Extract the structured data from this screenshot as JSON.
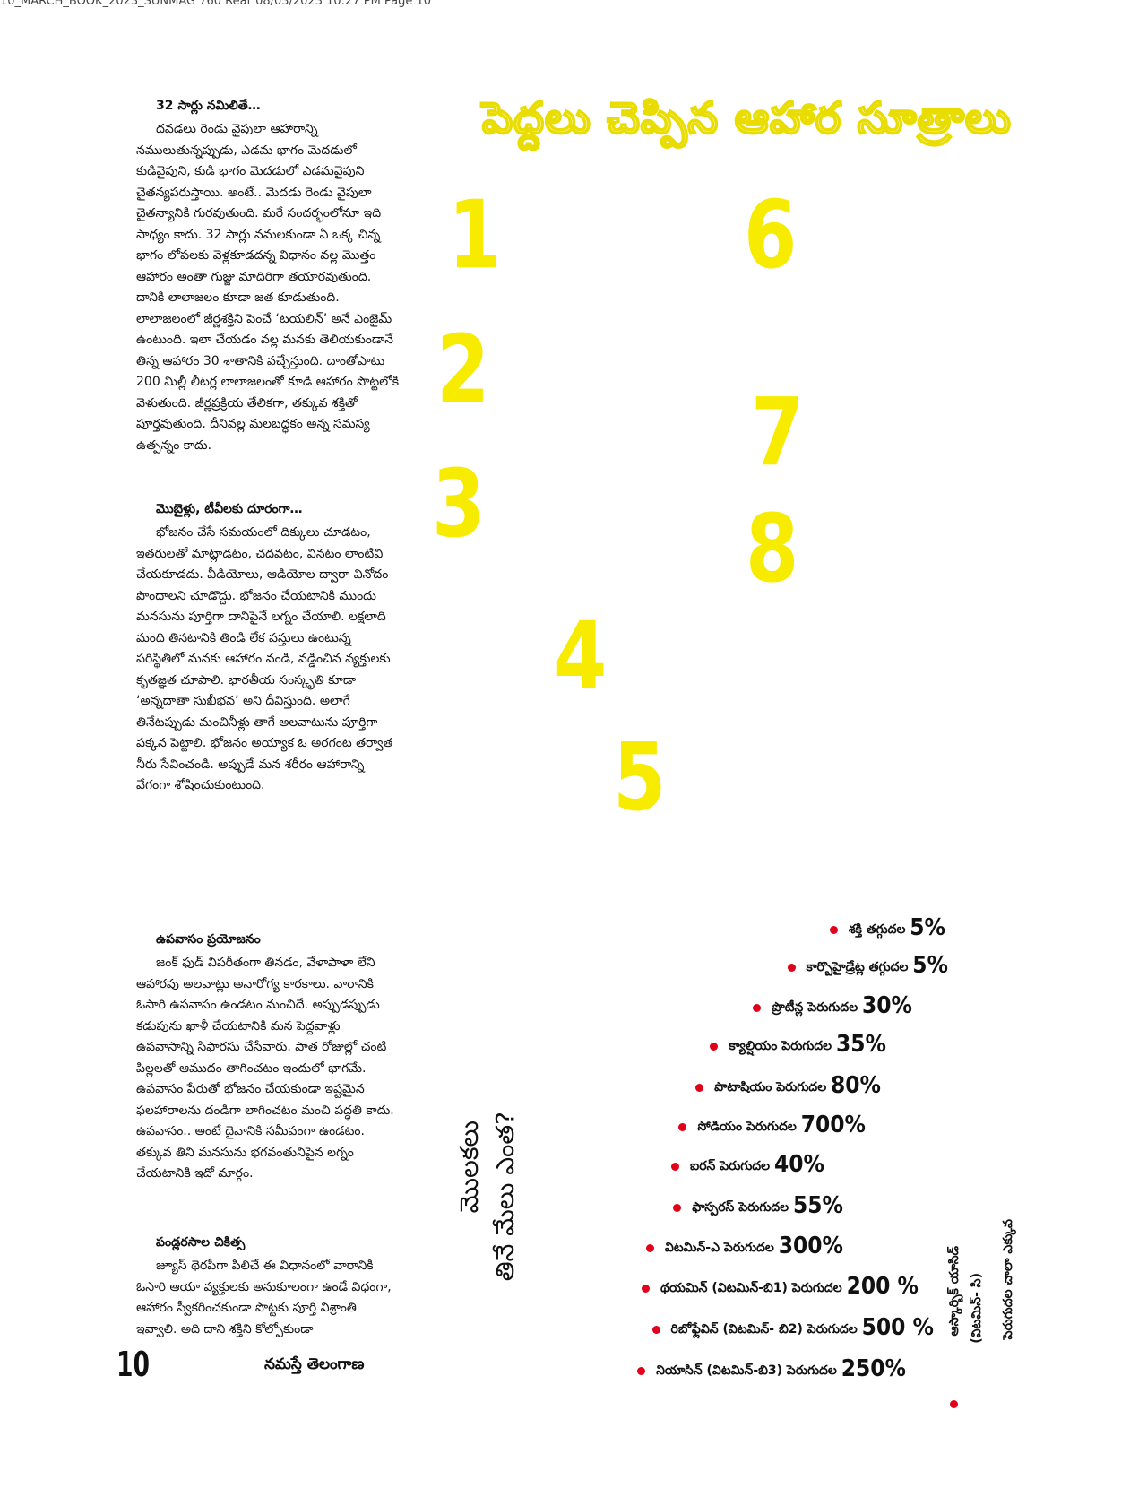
{
  "slug": "10_MARCH_BOOK_2023_SUNMAG 760 Rear 08/03/2023 10:27 PM Page 10",
  "title": "పెద్దలు చెప్పిన ఆహార సూత్రాలు",
  "numbers": [
    "1",
    "2",
    "3",
    "4",
    "5",
    "6",
    "7",
    "8"
  ],
  "sections": [
    {
      "heading": "32 సార్లు నమిలితే…",
      "body": "దవడలు రెండు వైపులా ఆహారాన్ని నములుతున్నప్పుడు, ఎడమ భాగం మెదడులో కుడివైపుని, కుడి భాగం మెదడులో ఎడమవైపుని చైతన్యపరుస్తాయి. అంటే.. మెదడు రెండు వైపులా చైతన్యానికి గురవుతుంది. మరే సందర్భంలోనూ ఇది సాధ్యం కాదు. 32 సార్లు నమలకుండా ఏ ఒక్క చిన్న భాగం లోపలకు వెళ్లకూడదన్న విధానం వల్ల మొత్తం ఆహారం అంతా గుజ్జు మాదిరిగా తయారవుతుంది. దానికి లాలాజలం కూడా జత కూడుతుంది. లాలాజలంలో జీర్ణశక్తిని పెంచే ‘టయలిన్’ అనే ఎంజైమ్ ఉంటుంది. ఇలా చేయడం వల్ల మనకు తెలియకుండానే తిన్న ఆహారం 30 శాతానికి వచ్చేస్తుంది. దాంతోపాటు 200 మిల్లీ లీటర్ల లాలాజలంతో కూడి ఆహారం పొట్టలోకి వెళుతుంది. జీర్ణప్రక్రియ తేలికగా, తక్కువ శక్తితో పూర్తవుతుంది. దీనివల్ల మలబద్ధకం అన్న సమస్య ఉత్పన్నం కాదు."
    },
    {
      "heading": "మొబైళ్లు, టీవీలకు దూరంగా…",
      "body": "భోజనం చేసే సమయంలో దిక్కులు చూడటం, ఇతరులతో మాట్లాడటం, చదవటం, వినటం లాంటివి చేయకూడదు. వీడియోలు, ఆడియోల ద్వారా వినోదం పొందాలని చూడొద్దు. భోజనం చేయటానికి ముందు మనసును పూర్తిగా దానిపైనే లగ్నం చేయాలి. లక్షలాది మంది తినటానికి తిండి లేక పస్తులు ఉంటున్న పరిస్థితిలో మనకు ఆహారం వండి, వడ్డించిన వ్యక్తులకు కృతజ్ఞత చూపాలి. భారతీయ సంస్కృతి కూడా ‘అన్నదాతా సుఖీభవ’ అని దీవిస్తుంది. అలాగే తినేటప్పుడు మంచినీళ్లు తాగే అలవాటును పూర్తిగా పక్కన పెట్టాలి. భోజనం అయ్యాక ఓ అరగంట తర్వాత నీరు సేవించండి. అప్పుడే మన శరీరం ఆహారాన్ని వేగంగా శోషించుకుంటుంది."
    },
    {
      "heading": "ఉపవాసం ప్రయోజనం",
      "body": "జంక్ ఫుడ్ విపరీతంగా తినడం, వేళాపాళా లేని ఆహారపు అలవాట్లు అనారోగ్య కారకాలు. వారానికి ఓసారి ఉపవాసం ఉండటం మంచిదే. అప్పుడప్పుడు కడుపును ఖాళీ చేయటానికి మన పెద్దవాళ్లు ఉపవాసాన్ని సిఫారసు చేసేవారు. పాత రోజుల్లో చంటి పిల్లలతో ఆముదం తాగించటం ఇందులో భాగమే. ఉపవాసం పేరుతో భోజనం చేయకుండా ఇష్టమైన ఫలహారాలను దండిగా లాగించటం మంచి పద్ధతి కాదు. ఉపవాసం.. అంటే దైవానికి సమీపంగా ఉండటం. తక్కువ తిని మనసును భగవంతునిపైన లగ్నం చేయటానికి ఇదో మార్గం."
    },
    {
      "heading": "పండ్లరసాల చికిత్స",
      "body": "జ్యూస్ థెరపీగా పిలిచే ఈ విధానంలో వారానికి ఓసారి ఆయా వ్యక్తులకు అనుకూలంగా ఉండే విధంగా, ఆహారం స్వీకరించకుండా పొట్టకు పూర్తి విశ్రాంతి ఇవ్వాలి. అది దాని శక్తిని కోల్పోకుండా"
    }
  ],
  "stats": [
    {
      "label": "శక్తి తగ్గుదల",
      "value": "5%"
    },
    {
      "label": "కార్బొహైడ్రేట్ల తగ్గుదల",
      "value": "5%"
    },
    {
      "label": "ప్రొటీన్ల పెరుగుదల",
      "value": "30%"
    },
    {
      "label": "క్యాల్షియం పెరుగుదల",
      "value": "35%"
    },
    {
      "label": "పొటాషియం పెరుగుదల",
      "value": "80%"
    },
    {
      "label": "సోడియం పెరుగుదల",
      "value": "700%"
    },
    {
      "label": "ఐరన్ పెరుగుదల",
      "value": "40%"
    },
    {
      "label": "ఫాస్పరస్ పెరుగుదల",
      "value": "55%"
    },
    {
      "label": "విటమిన్-ఎ పెరుగుదల",
      "value": "300%"
    },
    {
      "label": "థయమిన్ (విటమిన్-బి1) పెరుగుదల",
      "value": "200 %"
    },
    {
      "label": "రిబోఫ్లేవిన్ (విటమిన్- బి2) పెరుగుదల",
      "value": "500 %"
    },
    {
      "label": "నియాసిన్ (విటమిన్-బి3) పెరుగుదల",
      "value": "250%"
    }
  ],
  "vertical_title": [
    "మొలకలు",
    "తినే మేలు ఎంత?"
  ],
  "vertical_right": [
    "ఆస్కార్బిక్ యాసిడ్",
    "(విటమిన్- సి)",
    "పెరుగుదల చాలా ఎక్కువ"
  ],
  "footer": {
    "page_number": "10",
    "brand": "నమస్తే తెలంగాణ"
  },
  "colors": {
    "accent_yellow": "#f7ec00",
    "bullet_red": "#e3001b"
  }
}
